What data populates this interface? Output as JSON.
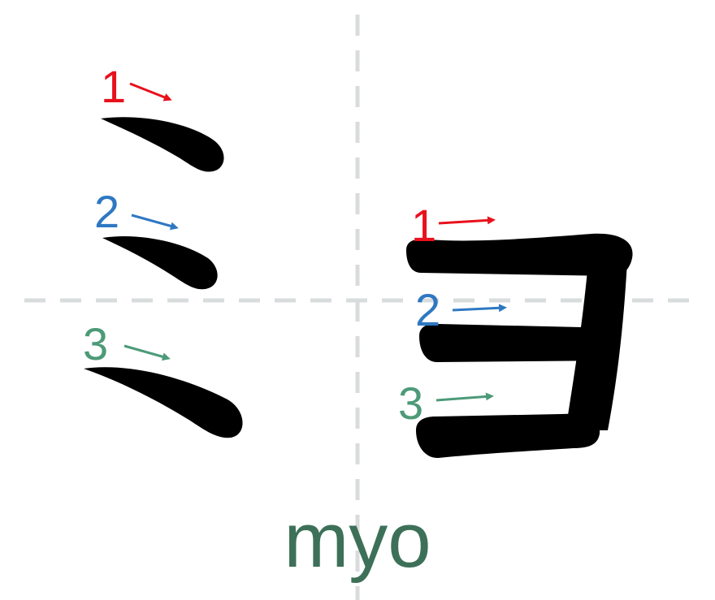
{
  "romaji": "myo",
  "colors": {
    "guide": "#d9dcdc",
    "ink": "#000000",
    "stroke1": "#e8111c",
    "stroke2": "#2e78c2",
    "stroke3": "#4c9a78",
    "romaji": "#3d7058"
  },
  "characters": [
    {
      "name": "mi",
      "strokes": [
        {
          "order": "1",
          "direction": "arrow-right-down"
        },
        {
          "order": "2",
          "direction": "arrow-right-down"
        },
        {
          "order": "3",
          "direction": "arrow-right-down"
        }
      ]
    },
    {
      "name": "yo",
      "strokes": [
        {
          "order": "1",
          "direction": "arrow-right"
        },
        {
          "order": "2",
          "direction": "arrow-right"
        },
        {
          "order": "3",
          "direction": "arrow-right"
        }
      ]
    }
  ]
}
